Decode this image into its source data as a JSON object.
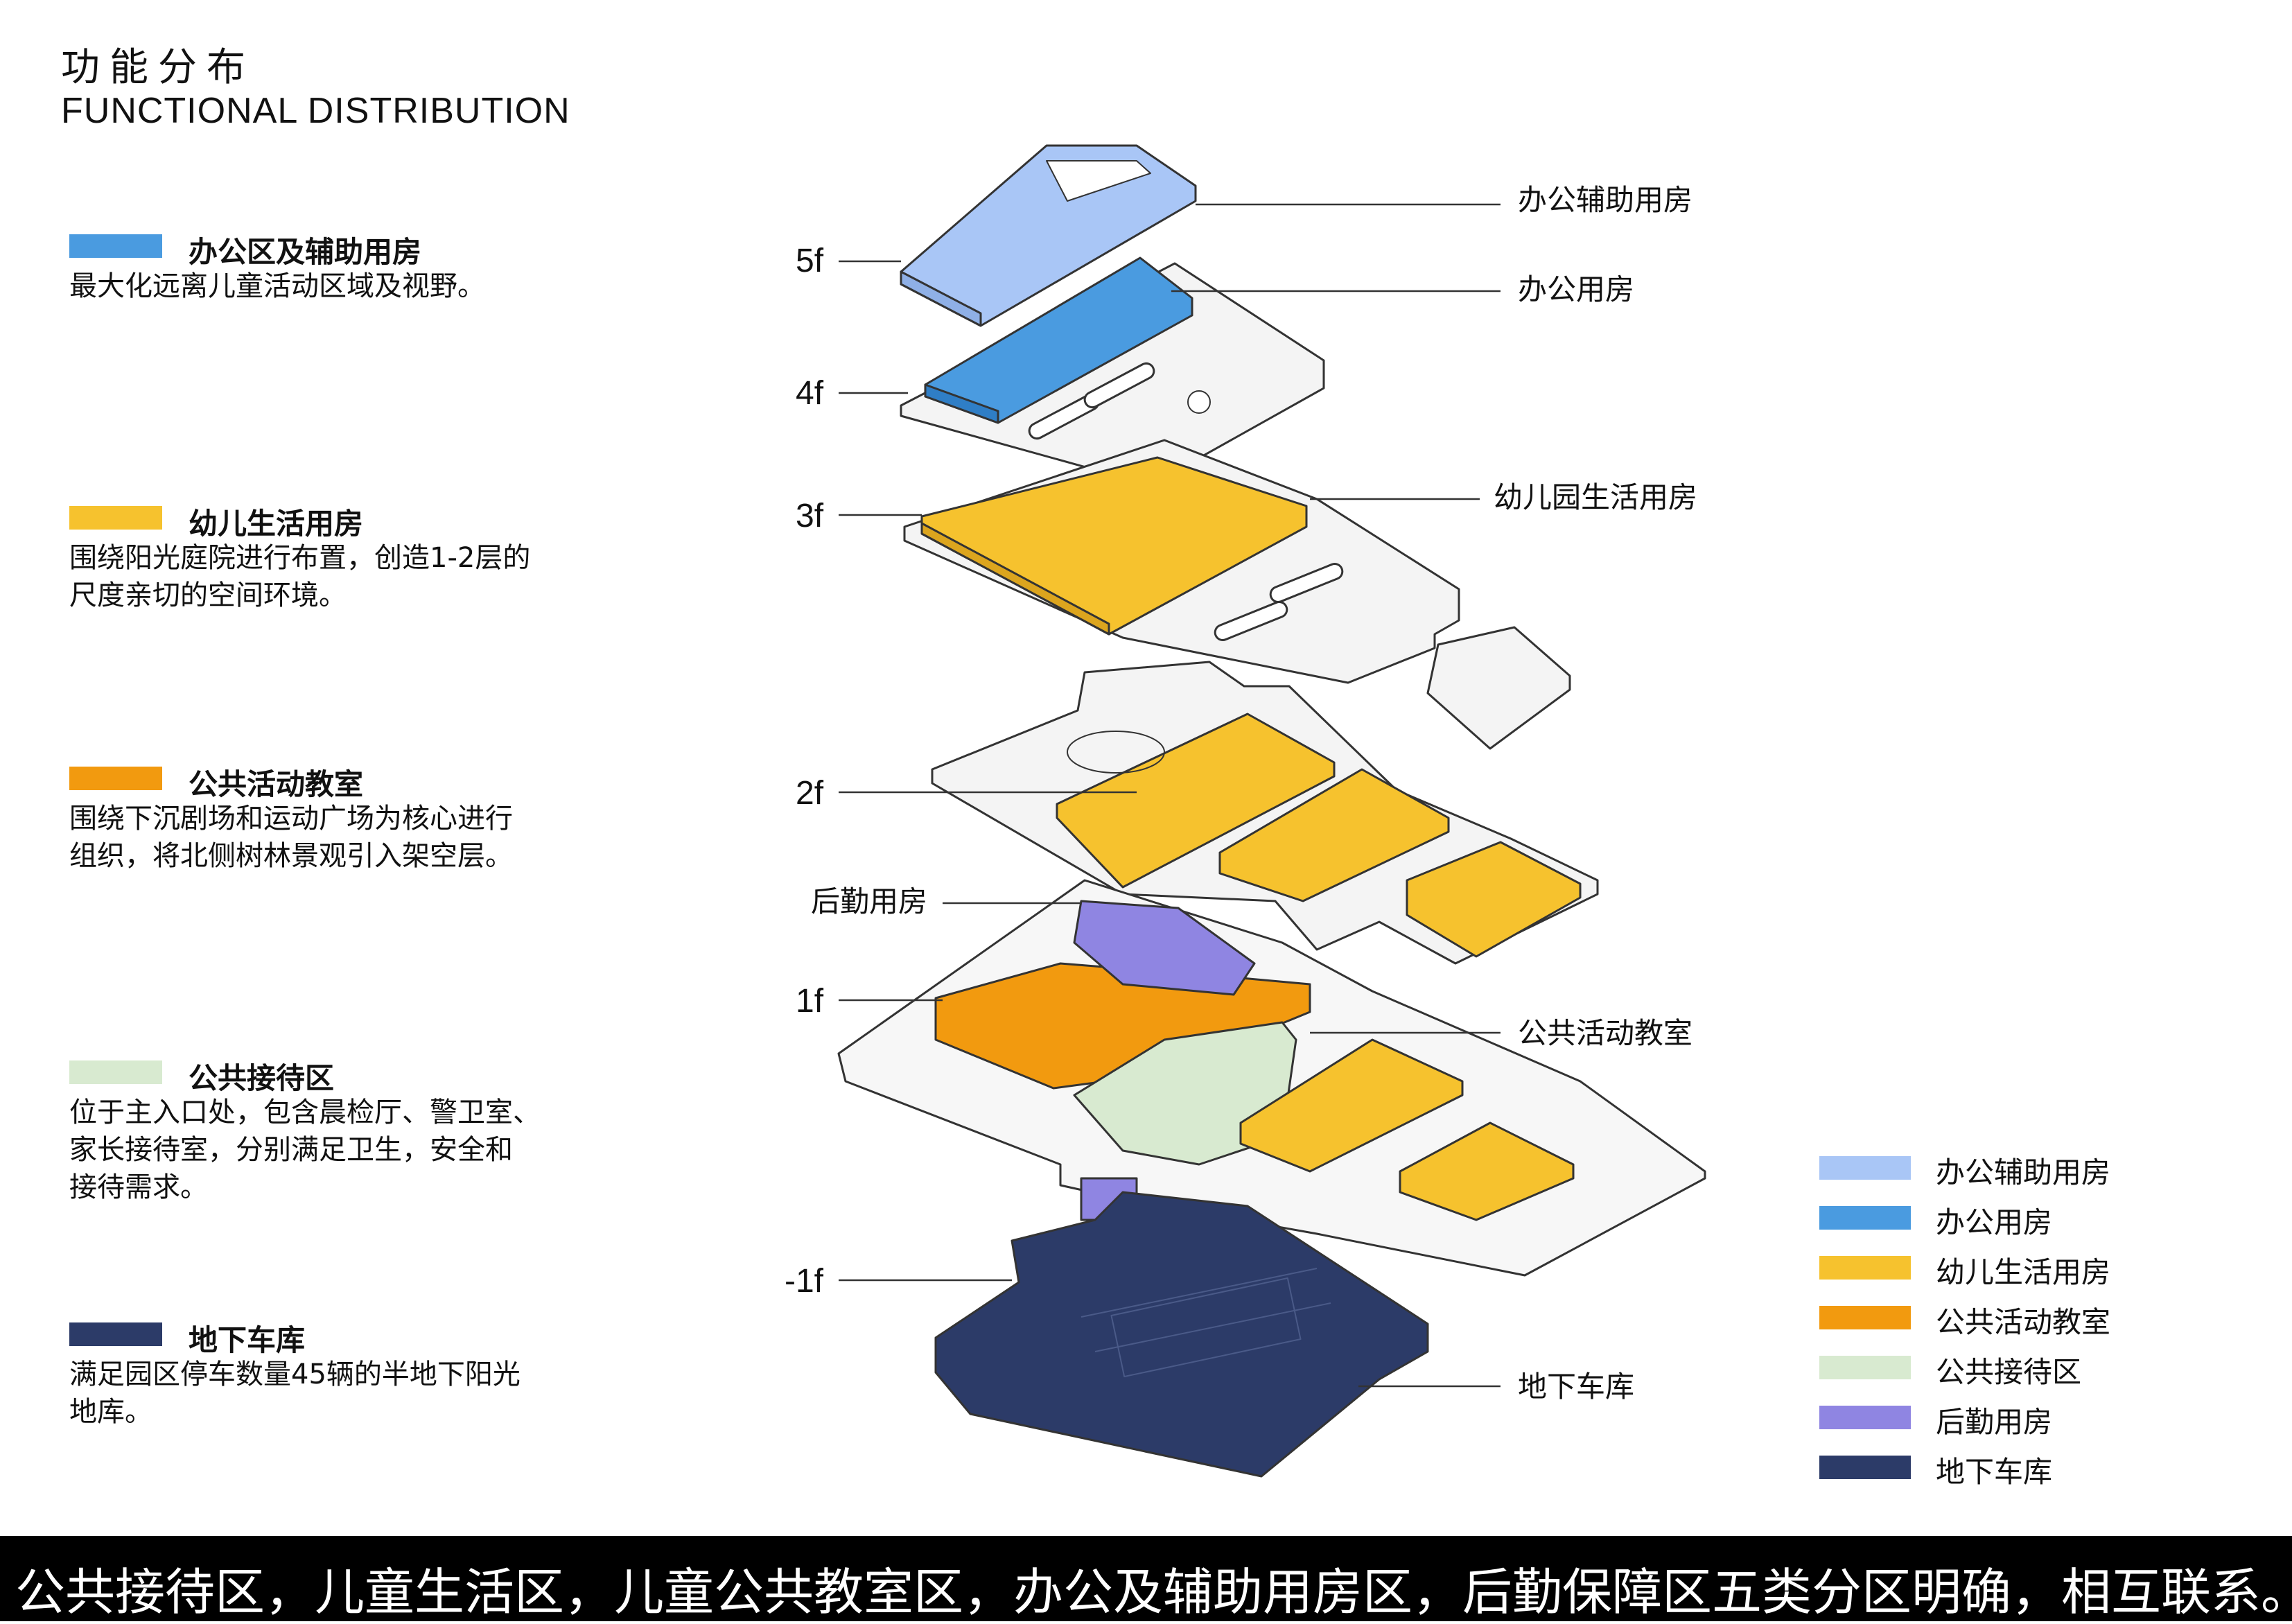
{
  "title": {
    "cn": "功能分布",
    "en": "FUNCTIONAL DISTRIBUTION"
  },
  "colors": {
    "office_aux": "#a9c6f6",
    "office": "#4a9be0",
    "child": "#f6c22e",
    "public_class": "#f29a0f",
    "reception": "#d8ead0",
    "logistics": "#8f85e2",
    "garage": "#2c3b68"
  },
  "zones": [
    {
      "name": "办公区及辅助用房",
      "desc": "最大化远离儿童活动区域及视野。",
      "color": "#4a9be0"
    },
    {
      "name": "幼儿生活用房",
      "desc": "围绕阳光庭院进行布置，创造1-2层的\n尺度亲切的空间环境。",
      "color": "#f6c22e"
    },
    {
      "name": "公共活动教室",
      "desc": "围绕下沉剧场和运动广场为核心进行\n组织，将北侧树林景观引入架空层。",
      "color": "#f29a0f"
    },
    {
      "name": "公共接待区",
      "desc": "位于主入口处，包含晨检厅、警卫室、\n家长接待室，分别满足卫生，安全和\n接待需求。",
      "color": "#d8ead0"
    },
    {
      "name": "地下车库",
      "desc": "满足园区停车数量45辆的半地下阳光\n地库。",
      "color": "#2c3b68"
    }
  ],
  "floors": [
    "5f",
    "4f",
    "3f",
    "2f",
    "1f",
    "-1f"
  ],
  "callouts": {
    "office_aux": "办公辅助用房",
    "office": "办公用房",
    "kindergarten_living": "幼儿园生活用房",
    "logistics": "后勤用房",
    "public_class": "公共活动教室",
    "garage": "地下车库"
  },
  "legend": [
    {
      "label": "办公辅助用房",
      "color": "#a9c6f6"
    },
    {
      "label": "办公用房",
      "color": "#4a9be0"
    },
    {
      "label": "幼儿生活用房",
      "color": "#f6c22e"
    },
    {
      "label": "公共活动教室",
      "color": "#f29a0f"
    },
    {
      "label": "公共接待区",
      "color": "#d8ead0"
    },
    {
      "label": "后勤用房",
      "color": "#8f85e2"
    },
    {
      "label": "地下车库",
      "color": "#2c3b68"
    }
  ],
  "footer": "公共接待区，儿童生活区，儿童公共教室区，办公及辅助用房区，后勤保障区五类分区明确，相互联系。"
}
